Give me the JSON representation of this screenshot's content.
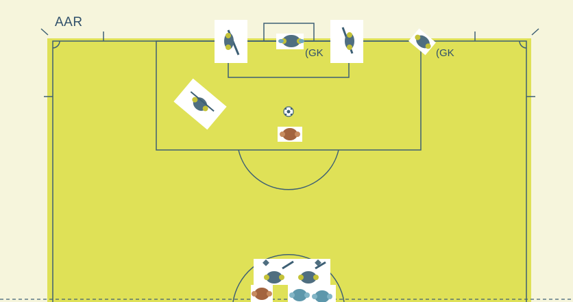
{
  "diagram": {
    "title": "AAR",
    "gk_label_left": "(GK",
    "gk_label_right": "(GK"
  },
  "colors": {
    "background": "#f6f5dc",
    "pitch": "#dfe157",
    "lines": "#3d5f74",
    "player_blue": "#4f6e80",
    "player_teal": "#5d97ab",
    "player_brown": "#a3643f",
    "player_yellow": "#c4c238",
    "card": "#ffffff"
  },
  "icons": [
    "player-icon",
    "ball-icon"
  ]
}
